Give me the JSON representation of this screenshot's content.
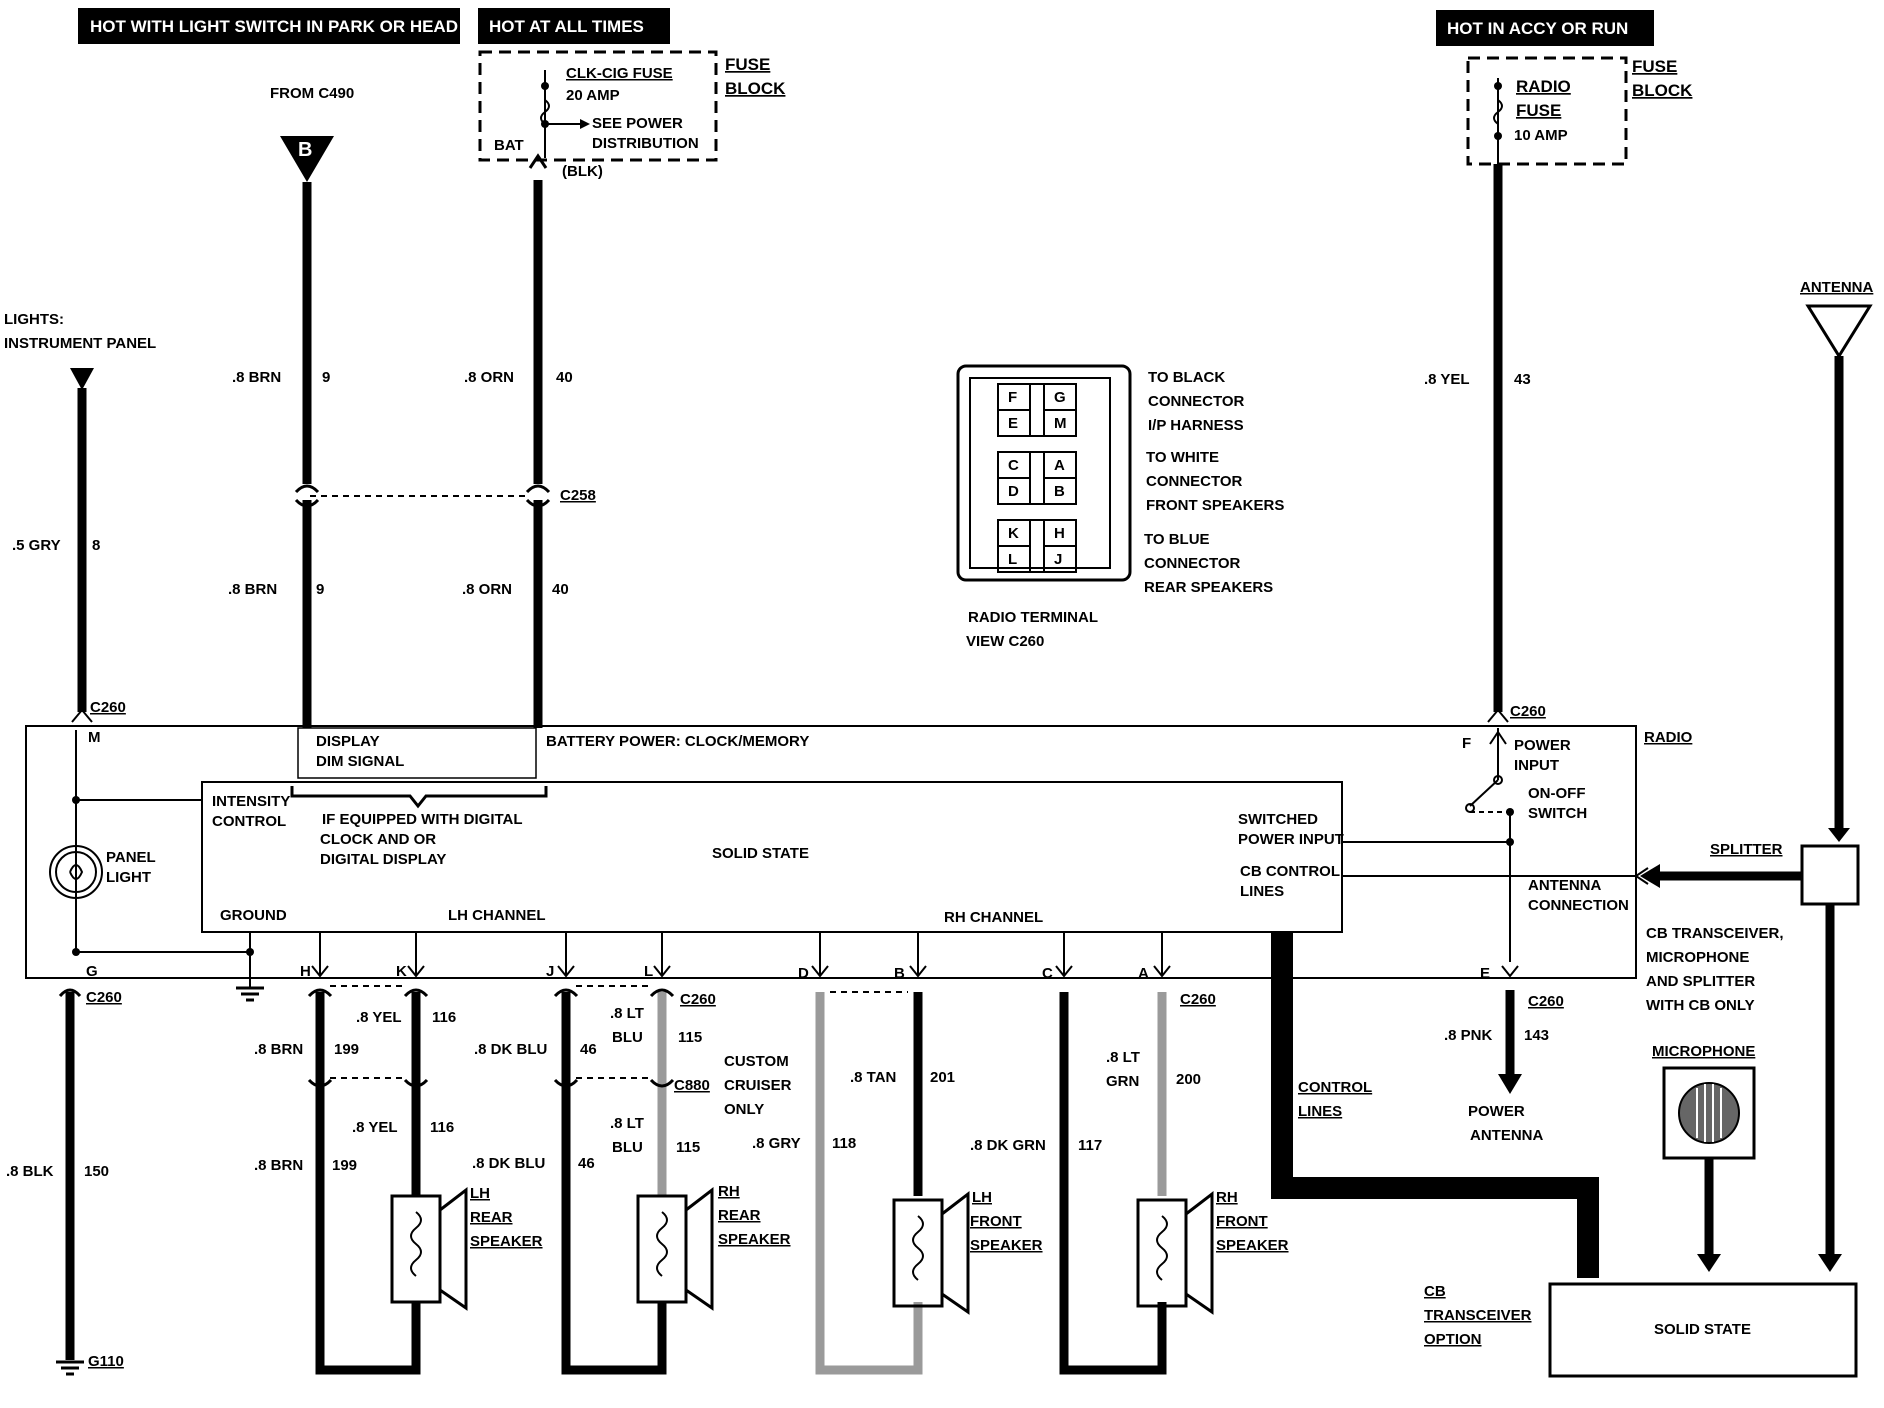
{
  "headers": {
    "hot_park_head": "HOT WITH LIGHT SWITCH IN PARK OR HEAD",
    "hot_all_times": "HOT AT ALL TIMES",
    "hot_accy_run": "HOT IN ACCY OR RUN"
  },
  "fuse_block_left": {
    "title_1": "FUSE",
    "title_2": "BLOCK",
    "fuse_name": "CLK-CIG FUSE",
    "fuse_amp": "20 AMP",
    "see_1": "SEE POWER",
    "see_2": "DISTRIBUTION",
    "bat": "BAT",
    "blk": "(BLK)"
  },
  "fuse_block_right": {
    "title_1": "FUSE",
    "title_2": "BLOCK",
    "fuse_name_1": "RADIO",
    "fuse_name_2": "FUSE",
    "fuse_amp": "10 AMP"
  },
  "from_c490": "FROM C490",
  "b_marker": "B",
  "lights_1": "LIGHTS:",
  "lights_2": "INSTRUMENT PANEL",
  "antenna": "ANTENNA",
  "wires": {
    "gry_color": ".5 GRY",
    "gry_circuit": "8",
    "brn_color": ".8 BRN",
    "brn_circuit": "9",
    "orn_color": ".8 ORN",
    "orn_circuit": "40",
    "yel_color": ".8 YEL",
    "yel_circuit": "43",
    "blk_color": ".8 BLK",
    "blk_circuit": "150",
    "brn199_color": ".8 BRN",
    "brn199_circuit": "199",
    "yel116_color": ".8 YEL",
    "yel116_circuit": "116",
    "dkblu_color": ".8 DK BLU",
    "dkblu_circuit": "46",
    "ltblu_color_1": ".8 LT",
    "ltblu_color_2": "BLU",
    "ltblu_circuit": "115",
    "gry118_color": ".8 GRY",
    "gry118_circuit": "118",
    "tan_color": ".8 TAN",
    "tan_circuit": "201",
    "dkgrn_color": ".8 DK GRN",
    "dkgrn_circuit": "117",
    "ltgrn_color_1": ".8 LT",
    "ltgrn_color_2": "GRN",
    "ltgrn_circuit": "200",
    "pnk_color": ".8 PNK",
    "pnk_circuit": "143"
  },
  "connectors": {
    "c258": "C258",
    "c260": "C260",
    "c880": "C880",
    "g110": "G110"
  },
  "connector_view": {
    "pins": [
      "F",
      "G",
      "E",
      "M",
      "C",
      "A",
      "D",
      "B",
      "K",
      "H",
      "L",
      "J"
    ],
    "black_1": "TO BLACK",
    "black_2": "CONNECTOR",
    "black_3": "I/P HARNESS",
    "white_1": "TO WHITE",
    "white_2": "CONNECTOR",
    "white_3": "FRONT SPEAKERS",
    "blue_1": "TO BLUE",
    "blue_2": "CONNECTOR",
    "blue_3": "REAR SPEAKERS",
    "caption_1": "RADIO TERMINAL",
    "caption_2": "VIEW C260"
  },
  "radio": {
    "title": "RADIO",
    "display_1": "DISPLAY",
    "display_2": "DIM SIGNAL",
    "battery_power": "BATTERY POWER: CLOCK/MEMORY",
    "intensity_1": "INTENSITY",
    "intensity_2": "CONTROL",
    "digital_1": "IF EQUIPPED WITH DIGITAL",
    "digital_2": "CLOCK AND OR",
    "digital_3": "DIGITAL DISPLAY",
    "solid_state": "SOLID STATE",
    "switched_1": "SWITCHED",
    "switched_2": "POWER INPUT",
    "cb_control_1": "CB CONTROL",
    "cb_control_2": "LINES",
    "power_input_1": "POWER",
    "power_input_2": "INPUT",
    "onoff_1": "ON-OFF",
    "onoff_2": "SWITCH",
    "antenna_conn_1": "ANTENNA",
    "antenna_conn_2": "CONNECTION",
    "ground": "GROUND",
    "lh_channel": "LH CHANNEL",
    "rh_channel": "RH CHANNEL",
    "panel_1": "PANEL",
    "panel_2": "LIGHT",
    "pins": [
      "M",
      "F",
      "G",
      "H",
      "K",
      "J",
      "L",
      "D",
      "B",
      "C",
      "A",
      "E"
    ]
  },
  "speakers": {
    "lh_rear": [
      "LH",
      "REAR",
      "SPEAKER"
    ],
    "rh_rear": [
      "RH",
      "REAR",
      "SPEAKER"
    ],
    "lh_front": [
      "LH",
      "FRONT",
      "SPEAKER"
    ],
    "rh_front": [
      "RH",
      "FRONT",
      "SPEAKER"
    ]
  },
  "custom_cruiser": [
    "CUSTOM",
    "CRUISER",
    "ONLY"
  ],
  "control_lines": [
    "CONTROL",
    "LINES"
  ],
  "power_antenna": [
    "POWER",
    "ANTENNA"
  ],
  "splitter": "SPLITTER",
  "cb_note": [
    "CB TRANSCEIVER,",
    "MICROPHONE",
    "AND SPLITTER",
    "WITH CB ONLY"
  ],
  "microphone": "MICROPHONE",
  "cb_option": [
    "CB",
    "TRANSCEIVER",
    "OPTION"
  ],
  "cb_solid_state": "SOLID STATE"
}
